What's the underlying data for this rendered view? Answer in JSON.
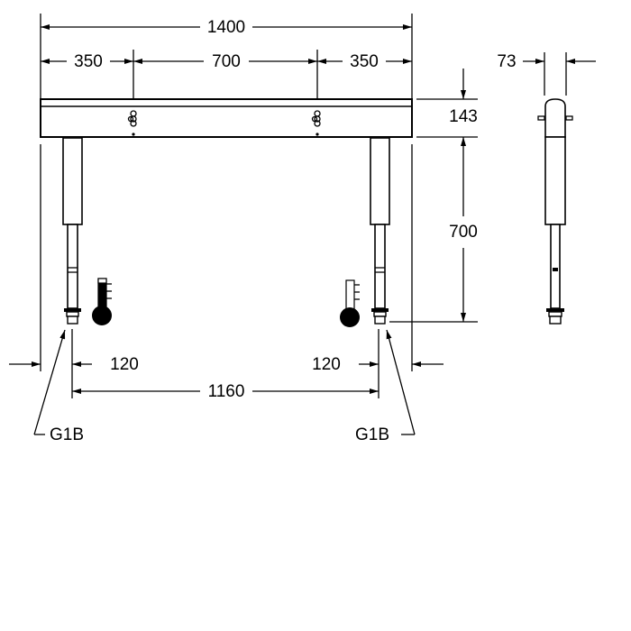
{
  "dimensions": {
    "overall_width": "1400",
    "left_offset": "350",
    "center_spacing": "700",
    "right_offset": "350",
    "frame_height": "143",
    "leg_height": "700",
    "depth": "73",
    "left_inset": "120",
    "right_inset": "120",
    "connection_spacing": "1160"
  },
  "labels": {
    "left_connection": "G1B",
    "right_connection": "G1B"
  }
}
